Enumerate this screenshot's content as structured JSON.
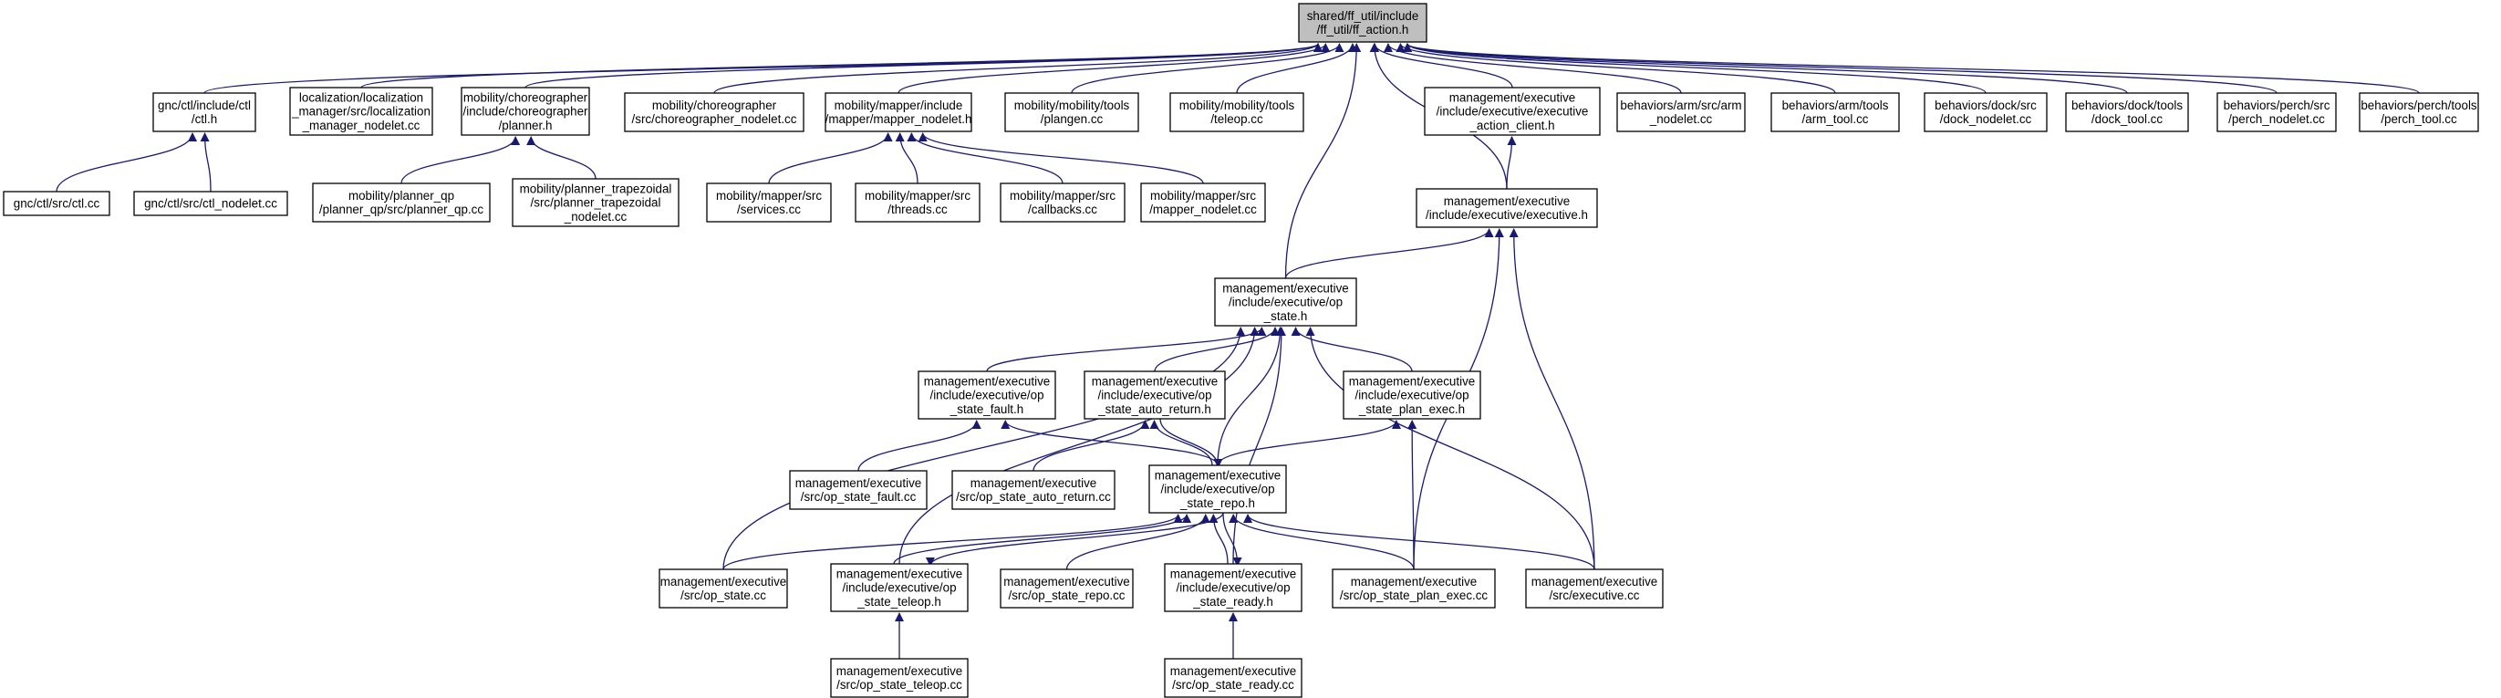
{
  "colors": {
    "edge": "#191970",
    "node_fill": "#ffffff",
    "root_fill": "#bfbfbf",
    "border": "#000000"
  },
  "nodes": {
    "ffaction": {
      "lines": [
        "shared/ff_util/include",
        "/ff_util/ff_action.h"
      ],
      "root": true
    },
    "ctl_h": {
      "lines": [
        "gnc/ctl/include/ctl",
        "/ctl.h"
      ]
    },
    "loc_nodelet": {
      "lines": [
        "localization/localization",
        "_manager/src/localization",
        "_manager_nodelet.cc"
      ]
    },
    "planner_h": {
      "lines": [
        "mobility/choreographer",
        "/include/choreographer",
        "/planner.h"
      ]
    },
    "choreo_nodelet": {
      "lines": [
        "mobility/choreographer",
        "/src/choreographer_nodelet.cc"
      ]
    },
    "mapper_h": {
      "lines": [
        "mobility/mapper/include",
        "/mapper/mapper_nodelet.h"
      ]
    },
    "plangen": {
      "lines": [
        "mobility/mobility/tools",
        "/plangen.cc"
      ]
    },
    "teleop": {
      "lines": [
        "mobility/mobility/tools",
        "/teleop.cc"
      ]
    },
    "exec_client_h": {
      "lines": [
        "management/executive",
        "/include/executive/executive",
        "_action_client.h"
      ]
    },
    "arm_nodelet": {
      "lines": [
        "behaviors/arm/src/arm",
        "_nodelet.cc"
      ]
    },
    "arm_tool": {
      "lines": [
        "behaviors/arm/tools",
        "/arm_tool.cc"
      ]
    },
    "dock_nodelet": {
      "lines": [
        "behaviors/dock/src",
        "/dock_nodelet.cc"
      ]
    },
    "dock_tool": {
      "lines": [
        "behaviors/dock/tools",
        "/dock_tool.cc"
      ]
    },
    "perch_nodelet": {
      "lines": [
        "behaviors/perch/src",
        "/perch_nodelet.cc"
      ]
    },
    "perch_tool": {
      "lines": [
        "behaviors/perch/tools",
        "/perch_tool.cc"
      ]
    },
    "ctl_cc": {
      "lines": [
        "gnc/ctl/src/ctl.cc"
      ]
    },
    "ctl_nodelet_cc": {
      "lines": [
        "gnc/ctl/src/ctl_nodelet.cc"
      ]
    },
    "planner_qp": {
      "lines": [
        "mobility/planner_qp",
        "/planner_qp/src/planner_qp.cc"
      ]
    },
    "planner_trap": {
      "lines": [
        "mobility/planner_trapezoidal",
        "/src/planner_trapezoidal",
        "_nodelet.cc"
      ]
    },
    "mapper_services": {
      "lines": [
        "mobility/mapper/src",
        "/services.cc"
      ]
    },
    "mapper_threads": {
      "lines": [
        "mobility/mapper/src",
        "/threads.cc"
      ]
    },
    "mapper_callbacks": {
      "lines": [
        "mobility/mapper/src",
        "/callbacks.cc"
      ]
    },
    "mapper_nodelet_cc": {
      "lines": [
        "mobility/mapper/src",
        "/mapper_nodelet.cc"
      ]
    },
    "executive_h": {
      "lines": [
        "management/executive",
        "/include/executive/executive.h"
      ]
    },
    "op_state_h": {
      "lines": [
        "management/executive",
        "/include/executive/op",
        "_state.h"
      ]
    },
    "op_fault_h": {
      "lines": [
        "management/executive",
        "/include/executive/op",
        "_state_fault.h"
      ]
    },
    "op_auto_h": {
      "lines": [
        "management/executive",
        "/include/executive/op",
        "_state_auto_return.h"
      ]
    },
    "op_plan_h": {
      "lines": [
        "management/executive",
        "/include/executive/op",
        "_state_plan_exec.h"
      ]
    },
    "op_fault_cc": {
      "lines": [
        "management/executive",
        "/src/op_state_fault.cc"
      ]
    },
    "op_auto_cc": {
      "lines": [
        "management/executive",
        "/src/op_state_auto_return.cc"
      ]
    },
    "op_repo_h": {
      "lines": [
        "management/executive",
        "/include/executive/op",
        "_state_repo.h"
      ]
    },
    "op_state_cc": {
      "lines": [
        "management/executive",
        "/src/op_state.cc"
      ]
    },
    "op_teleop_h": {
      "lines": [
        "management/executive",
        "/include/executive/op",
        "_state_teleop.h"
      ]
    },
    "op_repo_cc": {
      "lines": [
        "management/executive",
        "/src/op_state_repo.cc"
      ]
    },
    "op_ready_h": {
      "lines": [
        "management/executive",
        "/include/executive/op",
        "_state_ready.h"
      ]
    },
    "op_plan_cc": {
      "lines": [
        "management/executive",
        "/src/op_state_plan_exec.cc"
      ]
    },
    "executive_cc": {
      "lines": [
        "management/executive",
        "/src/executive.cc"
      ]
    },
    "op_teleop_cc": {
      "lines": [
        "management/executive",
        "/src/op_state_teleop.cc"
      ]
    },
    "op_ready_cc": {
      "lines": [
        "management/executive",
        "/src/op_state_ready.cc"
      ]
    }
  }
}
